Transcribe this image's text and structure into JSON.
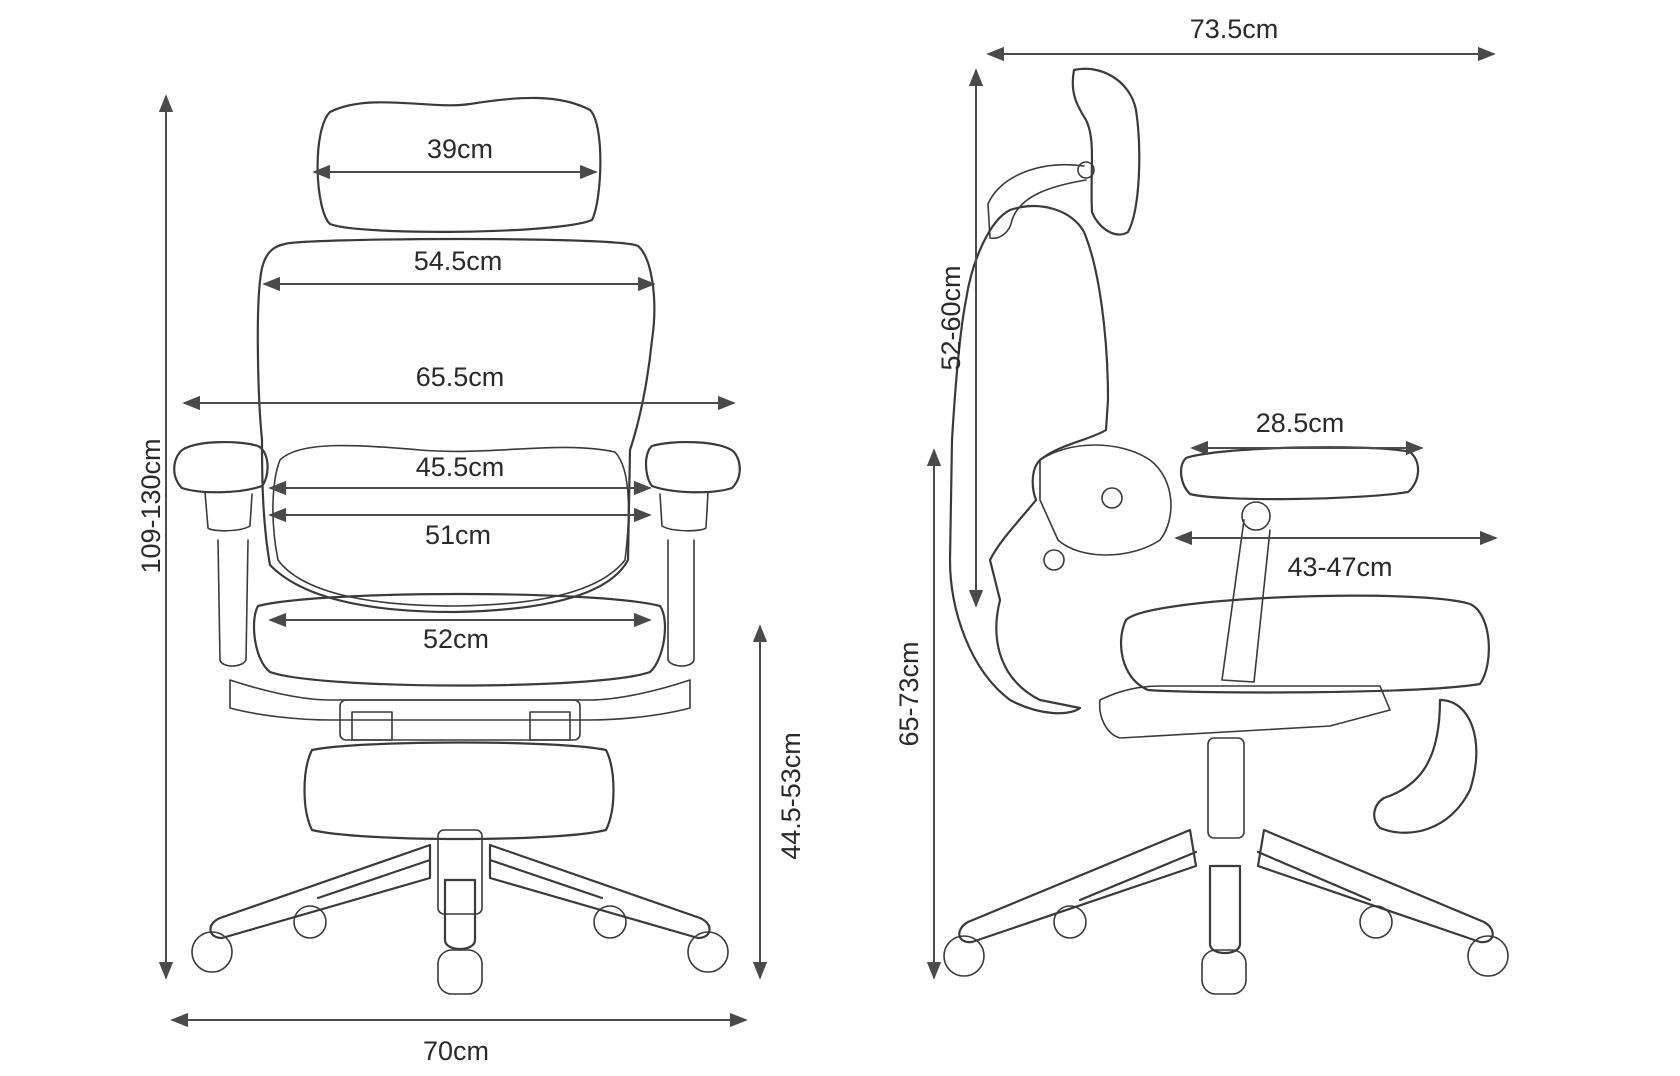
{
  "front_view": {
    "headrest_width": "39cm",
    "backrest_top_width": "54.5cm",
    "armrest_span": "65.5cm",
    "lumbar_width": "45.5cm",
    "backrest_width": "51cm",
    "seat_width": "52cm",
    "base_width": "70cm",
    "total_height": "109-130cm",
    "seat_height": "44.5-53cm"
  },
  "side_view": {
    "total_depth": "73.5cm",
    "backrest_height": "52-60cm",
    "armrest_length": "28.5cm",
    "seat_depth": "43-47cm",
    "armrest_height": "65-73cm"
  },
  "colors": {
    "line": "#3a3a3a",
    "background": "#ffffff"
  }
}
